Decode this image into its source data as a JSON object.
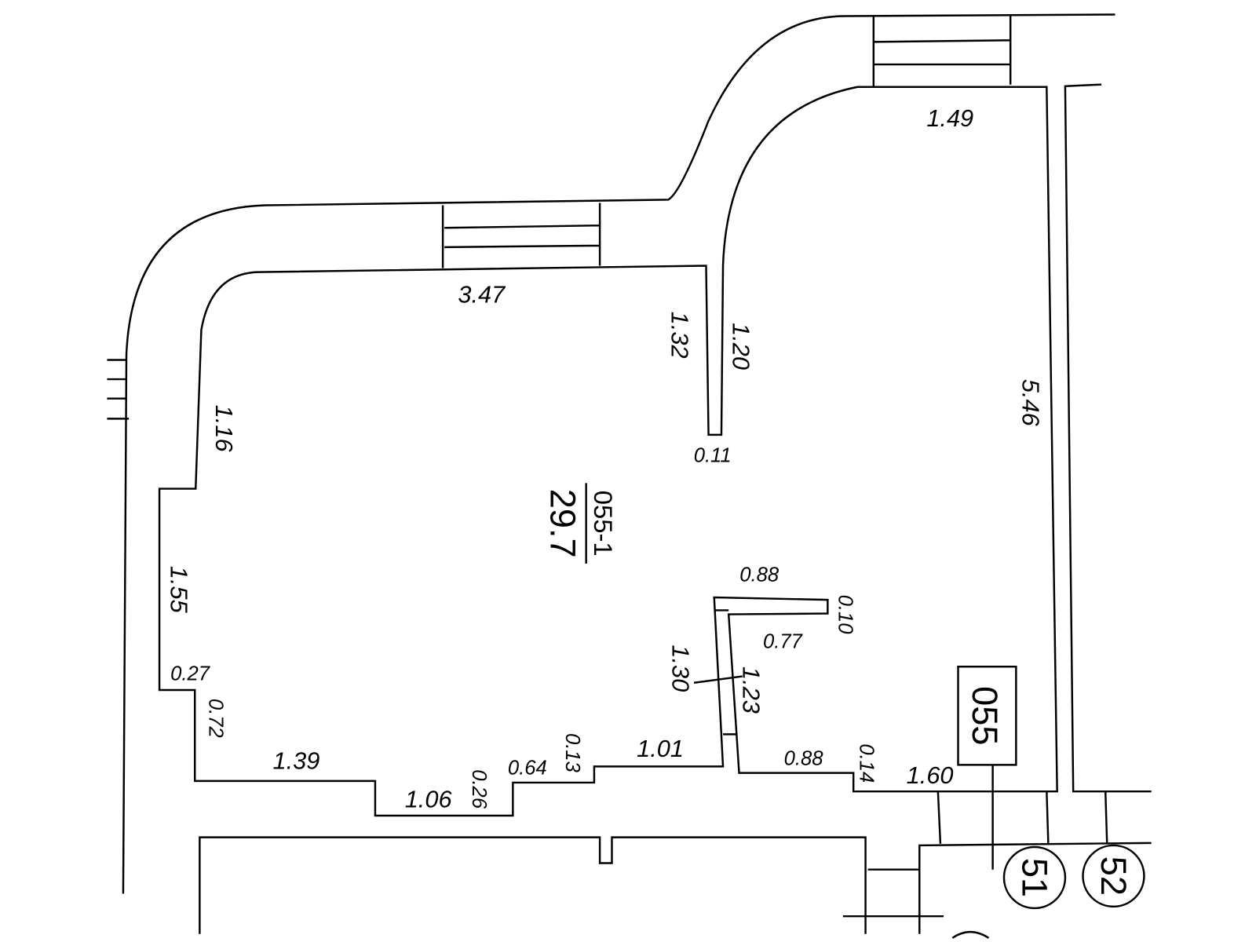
{
  "room": {
    "id": "055-1",
    "area": "29.7",
    "unit_label": "055"
  },
  "markers": [
    "51",
    "52"
  ],
  "dimensions": {
    "top_wall": "3.47",
    "top_right_wall": "1.49",
    "pillar_left": "1.32",
    "pillar_right": "1.20",
    "pillar_end": "0.11",
    "left_upper": "1.16",
    "left_mid": "1.55",
    "left_step": "0.27",
    "left_lower": "0.72",
    "bottom_left": "1.39",
    "bottom_recess": "1.06",
    "recess_depth": "0.26",
    "bottom_step": "0.64",
    "step_depth": "0.13",
    "bottom_mid": "1.01",
    "right_wall": "5.46",
    "partition_top": "0.88",
    "partition_end": "0.10",
    "partition_inner": "0.77",
    "partition_left": "1.30",
    "partition_right": "1.23",
    "bottom_right": "0.88",
    "right_step": "0.14",
    "bottom_far_right": "1.60"
  }
}
